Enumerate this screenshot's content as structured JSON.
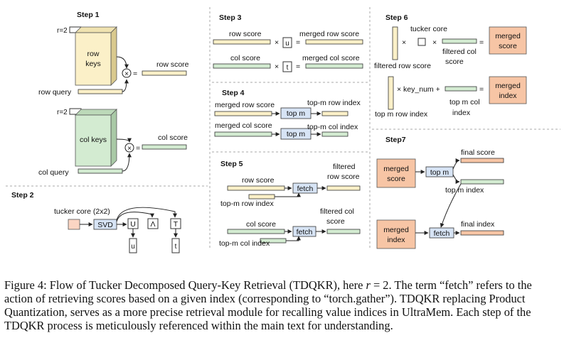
{
  "steps": {
    "s1": "Step 1",
    "s2": "Step 2",
    "s3": "Step 3",
    "s4": "Step 4",
    "s5": "Step 5",
    "s6": "Step 6",
    "s7": "Step7"
  },
  "step1": {
    "r_label_top": "r=2",
    "row_keys_1": "row",
    "row_keys_2": "keys",
    "row_score": "row score",
    "row_query": "row query",
    "eq": "=",
    "r_label_bottom": "r=2",
    "col_keys": "col keys",
    "col_score": "col score",
    "col_query": "col query"
  },
  "step2": {
    "tucker_core": "tucker core (2x2)",
    "svd": "SVD",
    "u_upper": "U",
    "lambda": "Λ",
    "t_upper": "T",
    "u_lower": "u",
    "t_lower": "t"
  },
  "step3": {
    "row_score": "row score",
    "merged_row_score": "merged row score",
    "u": "u",
    "col_score": "col score",
    "merged_col_score": "merged col score",
    "t": "t",
    "times": "×",
    "eq": "="
  },
  "step4": {
    "merged_row_score": "merged row score",
    "top_m": "top m",
    "top_m_row_index": "top-m row index",
    "merged_col_score": "merged col score",
    "top_m_col_index": "top-m col index"
  },
  "step5": {
    "row_score": "row score",
    "fetch": "fetch",
    "filtered_row_1": "filtered",
    "filtered_row_2": "row score",
    "top_m_row_index": "top-m row index",
    "col_score": "col score",
    "filtered_col_1": "filtered col",
    "filtered_col_2": "score",
    "top_m_col_index": "top-m col index"
  },
  "step6": {
    "tucker_core": "tucker core",
    "filtered_row_score": "filtered row score",
    "filtered_col_1": "filtered col",
    "filtered_col_2": "score",
    "merged_score_1": "merged",
    "merged_score_2": "score",
    "key_num": "× key_num +",
    "top_m_row_index": "top m row index",
    "top_m_col_1": "top m col",
    "top_m_col_2": "index",
    "merged_index_1": "merged",
    "merged_index_2": "index",
    "times": "×",
    "eq": "="
  },
  "step7": {
    "merged_score_1": "merged",
    "merged_score_2": "score",
    "top_m": "top m",
    "final_score": "final score",
    "top_m_index": "top m index",
    "merged_index_1": "merged",
    "merged_index_2": "index",
    "fetch": "fetch",
    "final_index": "final index"
  },
  "caption": {
    "part1": "Figure 4: Flow of Tucker Decomposed Query-Key Retrieval (TDQKR), here ",
    "r_var": "r",
    "part2": " = 2. The term “fetch” refers to the action of retrieving scores based on a given index (corresponding to “torch.gather”). TDQKR replacing Product Quantization, serves as a more precise retrieval module for recalling value indices in UltraMem. Each step of the TDQKR process is meticulously referenced within the main text for understanding."
  },
  "colors": {
    "cream": "#fbf0c8",
    "green": "#d3ebd1",
    "blue": "#d7e4f5",
    "salmon": "#f7c5a5",
    "pink": "#fbd5c3",
    "stroke": "#333333",
    "divider": "#aaaaaa"
  }
}
